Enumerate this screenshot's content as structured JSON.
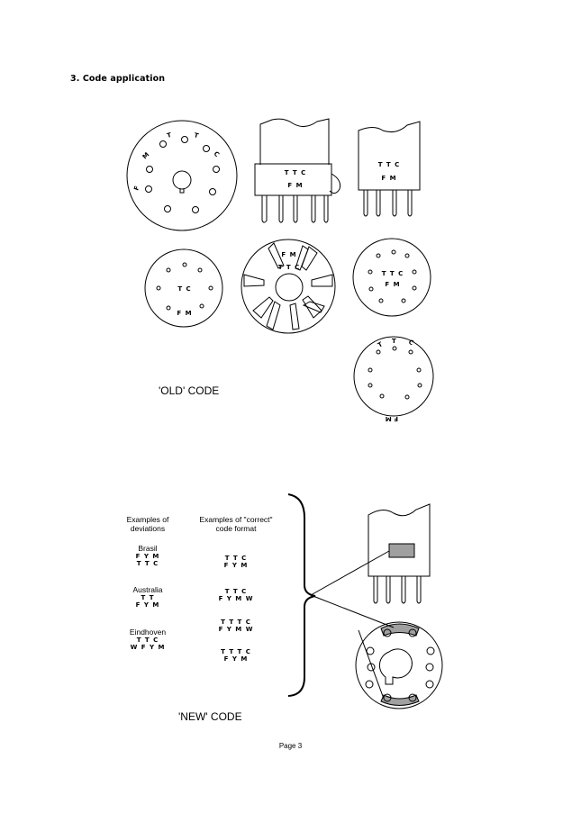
{
  "heading": "3. Code application",
  "old_caption": "'OLD' CODE",
  "new_caption": "'NEW' CODE",
  "page_number": "Page 3",
  "old_code_labels": {
    "tube_front_1": "T T C",
    "tube_front_2": "F M",
    "tube_side_1": "T T C",
    "tube_side_2": "F M",
    "base_left_1": "T C",
    "base_left_2": "F M",
    "socket_1": "F M",
    "socket_2": "T T C",
    "base_right_1": "T T C",
    "base_right_2": "F M",
    "dial_letters": [
      "F",
      "M",
      "T",
      "T",
      "C"
    ],
    "bottom_dial_letters": [
      "T",
      "T",
      "C"
    ],
    "bottom_dial_fm": "F M"
  },
  "examples": {
    "deviations_header_1": "Examples of",
    "deviations_header_2": "deviations",
    "correct_header_1": "Examples of \"correct\"",
    "correct_header_2": "code format",
    "rows": [
      {
        "region": "Brasil",
        "dev_1": "F Y M",
        "dev_2": "T T C",
        "ok_1": "T T C",
        "ok_2": "F Y M"
      },
      {
        "region": "Australia",
        "dev_1": "T T",
        "dev_2": "F Y M",
        "ok_1": "T T C",
        "ok_2": "F Y M W"
      },
      {
        "region": "Eindhoven",
        "dev_1": "T T C",
        "dev_2": "W F Y M",
        "ok_1": "T T T C",
        "ok_2": "F Y M W"
      },
      {
        "region": "",
        "dev_1": "",
        "dev_2": "",
        "ok_1": "T T T C",
        "ok_2": "F Y M"
      }
    ]
  }
}
